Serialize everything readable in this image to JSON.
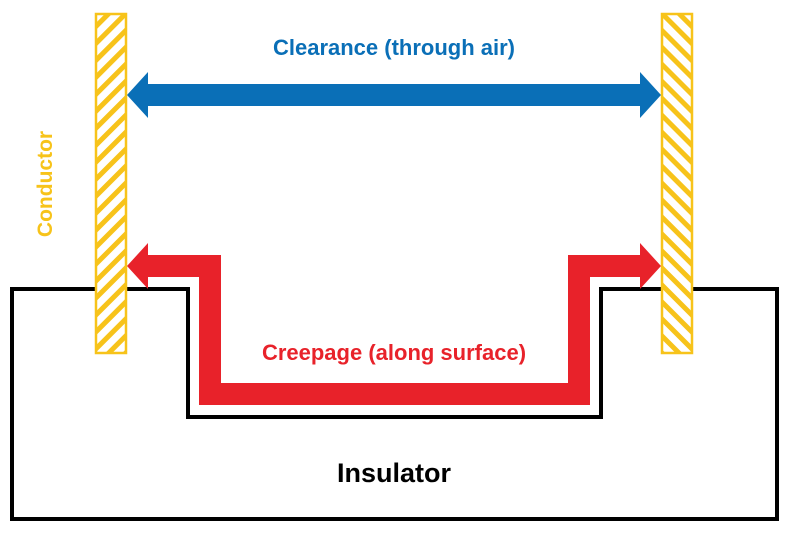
{
  "labels": {
    "clearance": "Clearance (through air)",
    "creepage": "Creepage (along surface)",
    "insulator": "Insulator",
    "conductor": "Conductor"
  },
  "colors": {
    "clearance": "#0a6fb7",
    "creepage": "#e8222a",
    "conductor": "#f7c31a",
    "insulator": "#000000"
  }
}
